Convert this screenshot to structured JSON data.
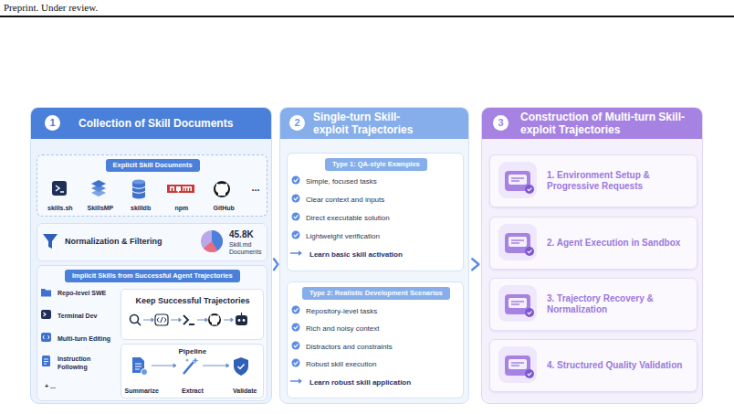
{
  "diagram": {
    "nodes": [
      {
        "text": [
          "1",
          "Collection of Skill Documents"
        ]
      },
      {
        "text": [
          "Explicit Skill Documents",
          "skills.sh",
          "SkillsMP",
          "skilldb",
          "npm",
          "GitHub",
          "..."
        ],
        "in": 0
      },
      {
        "text": [
          "Normalization & Filtering",
          "45.8K",
          "Skill.md Documents"
        ],
        "in": 0
      },
      {
        "text": [
          "Implicit Skills from Successful Agent Trajectories",
          "Repo-level SWE",
          "Terminal Dev",
          "Multi-turn Editing",
          "Instruction Following",
          "+ ..."
        ],
        "in": 0
      },
      {
        "text": [
          "Keep Successful Trajectories"
        ],
        "in": 3
      },
      {
        "text": [
          "Pipeline",
          "Summarize",
          "Extract",
          "Validate"
        ],
        "in": 3
      },
      {
        "text": [
          "2",
          "Single-turn Skill-exploit Trajectories"
        ]
      },
      {
        "text": [
          "Type 1: QA-style Examples",
          "Simple, focused tasks",
          "Clear context and inputs",
          "Direct executable solution",
          "Lightweight verification",
          "Learn basic skill activation"
        ],
        "in": 6
      },
      {
        "text": [
          "Type 2: Realistic Development Scenarios",
          "Repository-level tasks",
          "Rich and noisy context",
          "Distractors and constraints",
          "Robust skill execution",
          "Learn robust skill application"
        ],
        "in": 6
      },
      {
        "text": [
          "3",
          "Construction of Multi-turn Skill-exploit Trajectories"
        ]
      },
      {
        "text": [
          "1. Environment Setup & Progressive Requests"
        ],
        "in": 9
      },
      {
        "text": [
          "2. Agent Execution in Sandbox"
        ],
        "in": 9
      },
      {
        "text": [
          "3. Trajectory Recovery & Normalization"
        ],
        "in": 9
      },
      {
        "text": [
          "4. Structured Quality Validation"
        ],
        "in": 9
      }
    ],
    "edges": [
      {
        "from": 0,
        "to": 6,
        "arrow": "to"
      },
      {
        "from": 6,
        "to": 9,
        "arrow": "to"
      }
    ],
    "labels": [
      "Preprint. Under review."
    ]
  }
}
